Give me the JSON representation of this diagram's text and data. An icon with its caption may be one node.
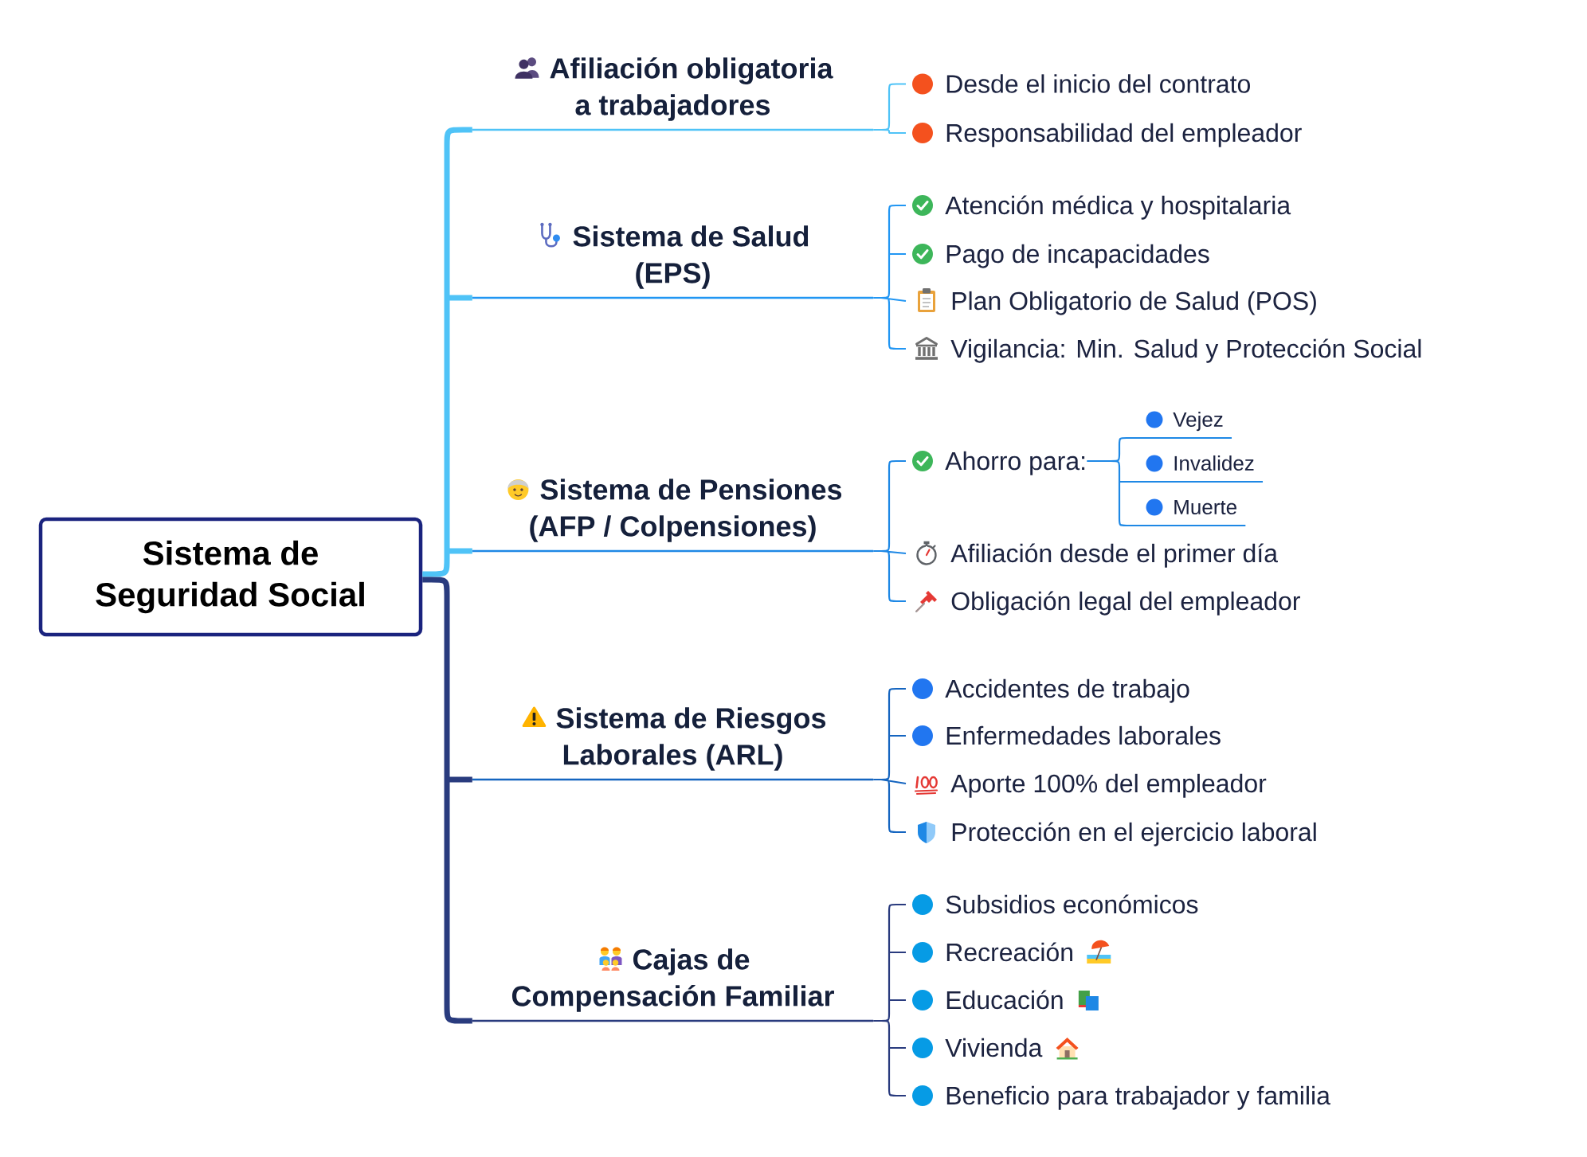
{
  "diagram": {
    "nodes": [
      {
        "text": [
          "Sistema de Seguridad Social"
        ]
      },
      {
        "text": [
          "Afiliación obligatoria a trabajadores"
        ]
      },
      {
        "text": [
          "Desde el inicio del contrato"
        ]
      },
      {
        "text": [
          "Responsabilidad del empleador"
        ]
      },
      {
        "text": [
          "Sistema de Salud (EPS)"
        ]
      },
      {
        "text": [
          "Atención médica y hospitalaria"
        ]
      },
      {
        "text": [
          "Pago de incapacidades"
        ]
      },
      {
        "text": [
          "Plan Obligatorio de Salud (POS)"
        ]
      },
      {
        "text": [
          "Vigilancia: Min. Salud y Protección Social"
        ]
      },
      {
        "text": [
          "Sistema de Pensiones (AFP / Colpensiones)"
        ]
      },
      {
        "text": [
          "Ahorro para:"
        ]
      },
      {
        "text": [
          "Vejez"
        ]
      },
      {
        "text": [
          "Invalidez"
        ]
      },
      {
        "text": [
          "Muerte"
        ]
      },
      {
        "text": [
          "Afiliación desde el primer día"
        ]
      },
      {
        "text": [
          "Obligación legal del empleador"
        ]
      },
      {
        "text": [
          "Sistema de Riesgos Laborales (ARL)"
        ]
      },
      {
        "text": [
          "Accidentes de trabajo"
        ]
      },
      {
        "text": [
          "Enfermedades laborales"
        ]
      },
      {
        "text": [
          "Aporte 100% del empleador"
        ]
      },
      {
        "text": [
          "Protección en el ejercicio laboral"
        ]
      },
      {
        "text": [
          "Cajas de Compensación Familiar"
        ]
      },
      {
        "text": [
          "Subsidios económicos"
        ]
      },
      {
        "text": [
          "Recreación"
        ]
      },
      {
        "text": [
          "Educación"
        ]
      },
      {
        "text": [
          "Vivienda"
        ]
      },
      {
        "text": [
          "Beneficio para trabajador y familia"
        ]
      }
    ],
    "edges": [
      {
        "from": 0,
        "to": 1,
        "arrow": "none",
        "style": "thick",
        "color": "#4fc3f7"
      },
      {
        "from": 0,
        "to": 4,
        "arrow": "none",
        "style": "thick",
        "color": "#4fc3f7"
      },
      {
        "from": 0,
        "to": 9,
        "arrow": "none",
        "style": "thick",
        "color": "#4fc3f7"
      },
      {
        "from": 0,
        "to": 16,
        "arrow": "none",
        "style": "thick",
        "color": "#293b7e"
      },
      {
        "from": 0,
        "to": 21,
        "arrow": "none",
        "style": "thick",
        "color": "#293b7e"
      },
      {
        "from": 1,
        "to": 2,
        "arrow": "none",
        "color": "#4fc3f7"
      },
      {
        "from": 1,
        "to": 3,
        "arrow": "none",
        "color": "#4fc3f7"
      },
      {
        "from": 4,
        "to": 5,
        "arrow": "none",
        "color": "#2196f3"
      },
      {
        "from": 4,
        "to": 6,
        "arrow": "none",
        "color": "#2196f3"
      },
      {
        "from": 4,
        "to": 7,
        "arrow": "none",
        "color": "#2196f3"
      },
      {
        "from": 4,
        "to": 8,
        "arrow": "none",
        "color": "#2196f3"
      },
      {
        "from": 9,
        "to": 10,
        "arrow": "none",
        "color": "#1e88e5"
      },
      {
        "from": 9,
        "to": 14,
        "arrow": "none",
        "color": "#1e88e5"
      },
      {
        "from": 9,
        "to": 15,
        "arrow": "none",
        "color": "#1e88e5"
      },
      {
        "from": 10,
        "to": 11,
        "arrow": "none",
        "color": "#1e88e5"
      },
      {
        "from": 10,
        "to": 12,
        "arrow": "none",
        "color": "#1e88e5"
      },
      {
        "from": 10,
        "to": 13,
        "arrow": "none",
        "color": "#1e88e5"
      },
      {
        "from": 16,
        "to": 17,
        "arrow": "none",
        "color": "#1565c0"
      },
      {
        "from": 16,
        "to": 18,
        "arrow": "none",
        "color": "#1565c0"
      },
      {
        "from": 16,
        "to": 19,
        "arrow": "none",
        "color": "#1565c0"
      },
      {
        "from": 16,
        "to": 20,
        "arrow": "none",
        "color": "#1565c0"
      },
      {
        "from": 21,
        "to": 22,
        "arrow": "none",
        "color": "#293b7e"
      },
      {
        "from": 21,
        "to": 23,
        "arrow": "none",
        "color": "#293b7e"
      },
      {
        "from": 21,
        "to": 24,
        "arrow": "none",
        "color": "#293b7e"
      },
      {
        "from": 21,
        "to": 25,
        "arrow": "none",
        "color": "#293b7e"
      },
      {
        "from": 21,
        "to": 26,
        "arrow": "none",
        "color": "#293b7e"
      }
    ]
  }
}
